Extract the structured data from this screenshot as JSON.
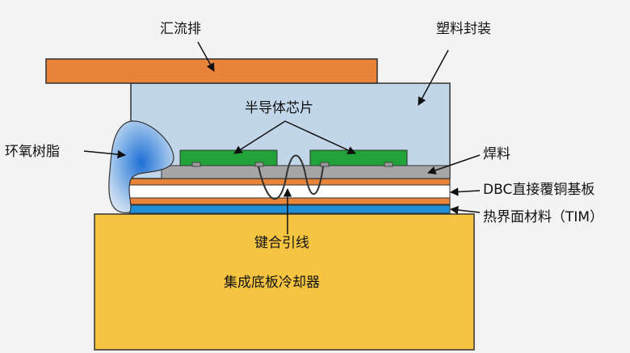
{
  "labels": {
    "busbar": "汇流排",
    "plastic_package": "塑料封装",
    "semiconductor_chip": "半导体芯片",
    "epoxy": "环氧树脂",
    "solder": "焊料",
    "dbc": "DBC直接覆铜基板",
    "tim": "热界面材料（TIM）",
    "bond_wire": "键合引线",
    "cooler": "集成底板冷却器"
  },
  "colors": {
    "background": "#f3f3f3",
    "busbar": "#e8833a",
    "package": "#c2d6ea",
    "chip": "#22a33a",
    "solder": "#a6a6a6",
    "copper": "#e8833a",
    "ceramic": "#ffffff",
    "tim": "#1e8fd6",
    "cooler": "#f5c542",
    "epoxy": "#3b86d8",
    "outline": "#333333"
  }
}
